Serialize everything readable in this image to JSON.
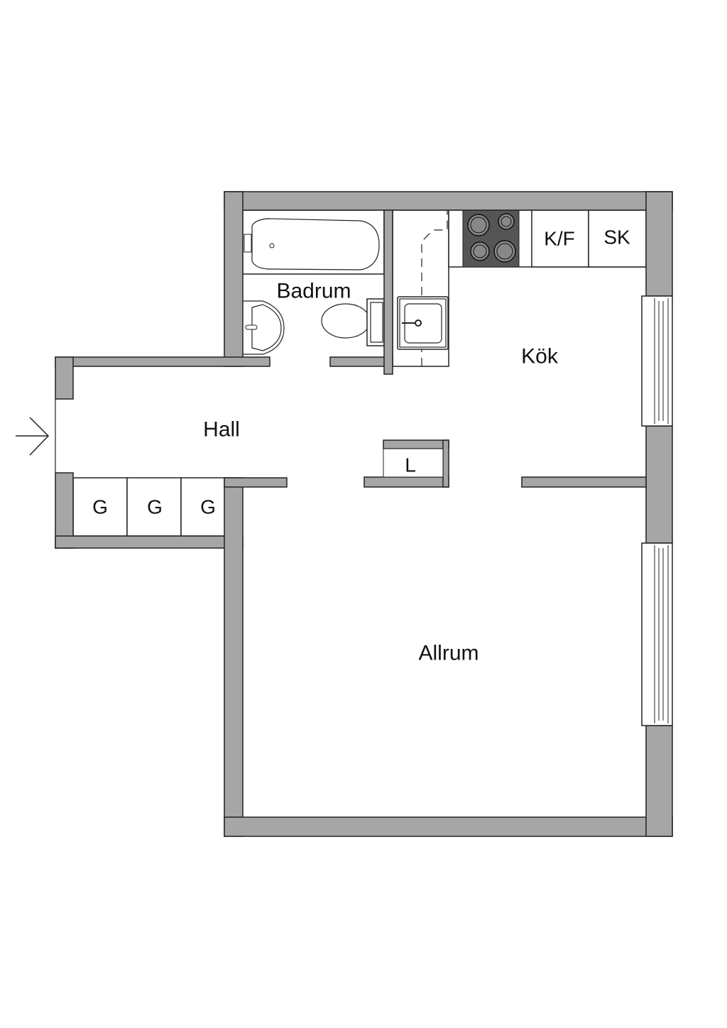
{
  "rooms": {
    "bathroom": "Badrum",
    "kitchen": "Kök",
    "hall": "Hall",
    "living_room": "Allrum"
  },
  "fixtures": {
    "fridge_freezer": "K/F",
    "cabinet": "SK",
    "linen_closet": "L",
    "wardrobes": [
      "G",
      "G",
      "G"
    ]
  },
  "colors": {
    "wall": "#a6a6a6",
    "stove": "#555555",
    "line": "#222222"
  }
}
